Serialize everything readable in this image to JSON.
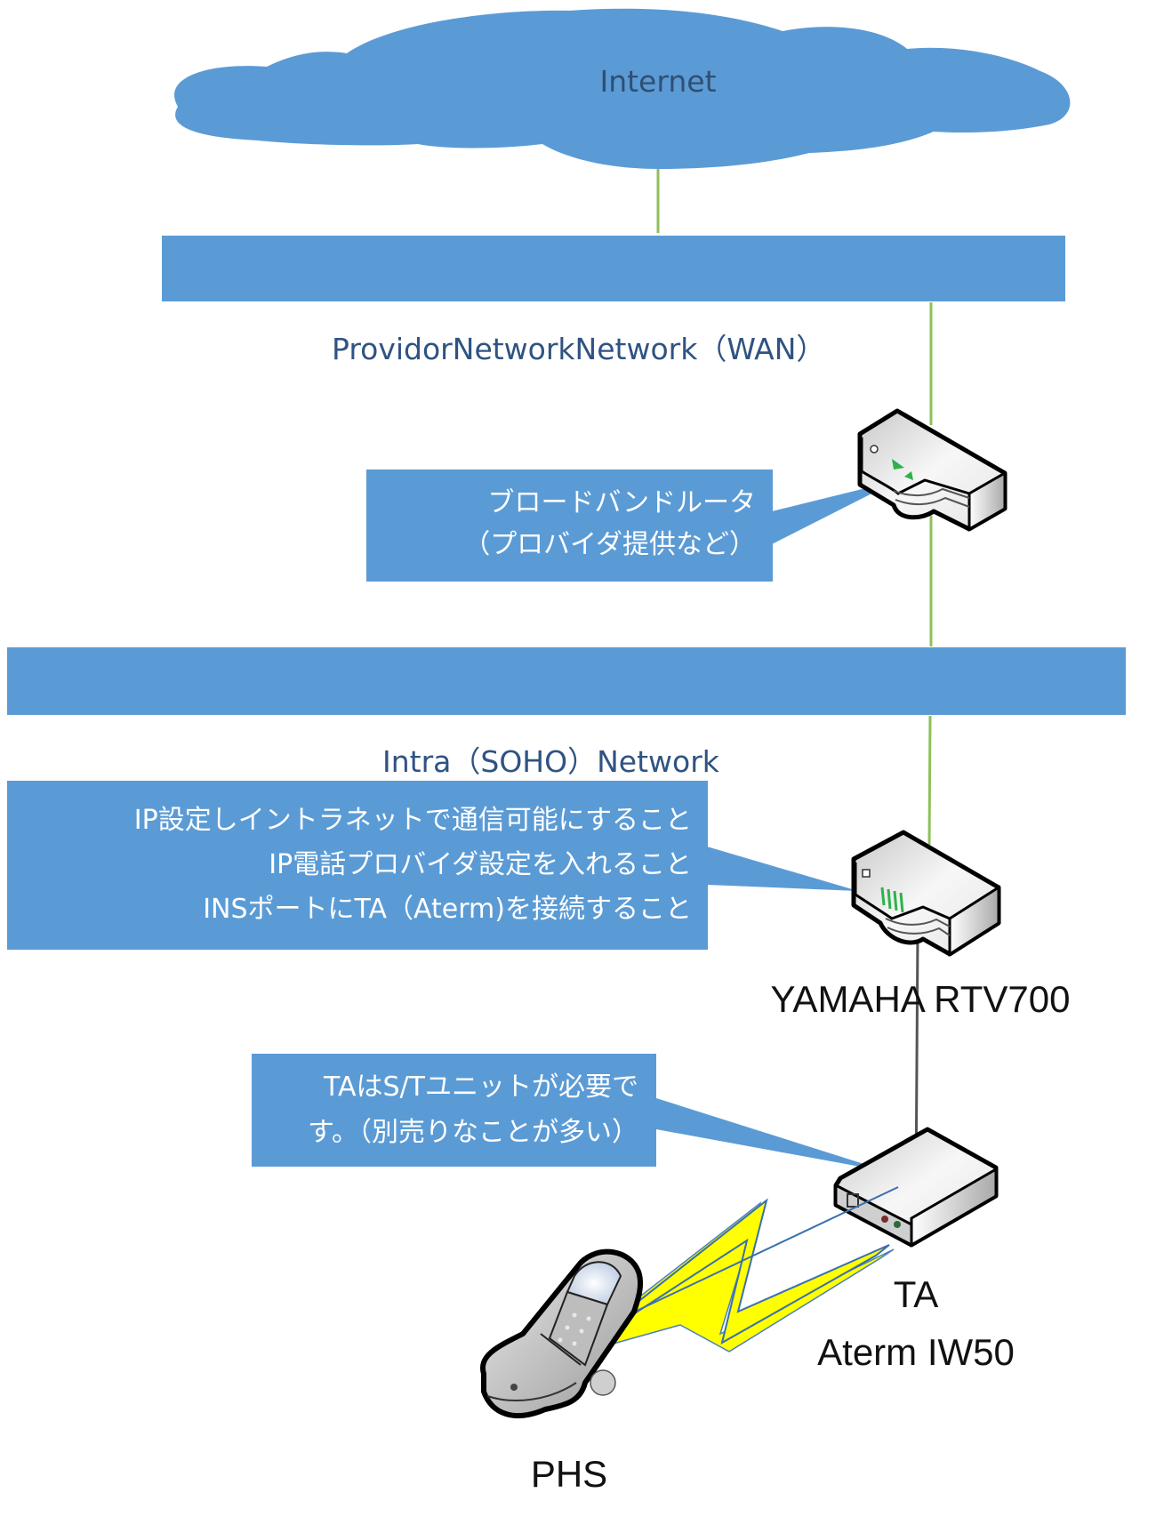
{
  "colors": {
    "segment_blue": "#5b9bd5",
    "link_green": "#8dc15a",
    "link_gray": "#555555",
    "lightning_yellow": "#ffff00",
    "label_dark_blue": "#2f5383",
    "device_outline": "#000000"
  },
  "internet": {
    "label": "Internet",
    "icon": "cloud-icon"
  },
  "wan": {
    "label": "ProvidorNetworkNetwork（WAN）"
  },
  "lan": {
    "label": "Intra（SOHO）Network"
  },
  "devices": {
    "broadband_router": {
      "icon": "router-icon",
      "label": ""
    },
    "yamaha_router": {
      "icon": "router-icon",
      "label": "YAMAHA RTV700"
    },
    "ta": {
      "icon": "terminal-adapter-icon",
      "label_line1": "TA",
      "label_line2": "Aterm IW50"
    },
    "phs": {
      "icon": "phs-phone-icon",
      "label": "PHS"
    }
  },
  "callouts": {
    "broadband_router": {
      "lines": [
        "ブロードバンドルータ",
        "（プロバイダ提供など）"
      ]
    },
    "yamaha_router": {
      "lines": [
        "IP設定しイントラネットで通信可能にすること",
        "IP電話プロバイダ設定を入れること",
        "INSポートにTA（Aterm)を接続すること"
      ]
    },
    "ta": {
      "lines": [
        "TAはS/Tユニットが必要で",
        "す。（別売りなことが多い）"
      ]
    }
  },
  "links": [
    {
      "from": "internet",
      "to": "wan",
      "type": "ethernet"
    },
    {
      "from": "wan",
      "to": "broadband_router",
      "type": "ethernet"
    },
    {
      "from": "broadband_router",
      "to": "lan",
      "type": "ethernet"
    },
    {
      "from": "lan",
      "to": "yamaha_router",
      "type": "ethernet"
    },
    {
      "from": "yamaha_router",
      "to": "ta",
      "type": "isdn"
    },
    {
      "from": "ta",
      "to": "phs",
      "type": "wireless"
    }
  ]
}
